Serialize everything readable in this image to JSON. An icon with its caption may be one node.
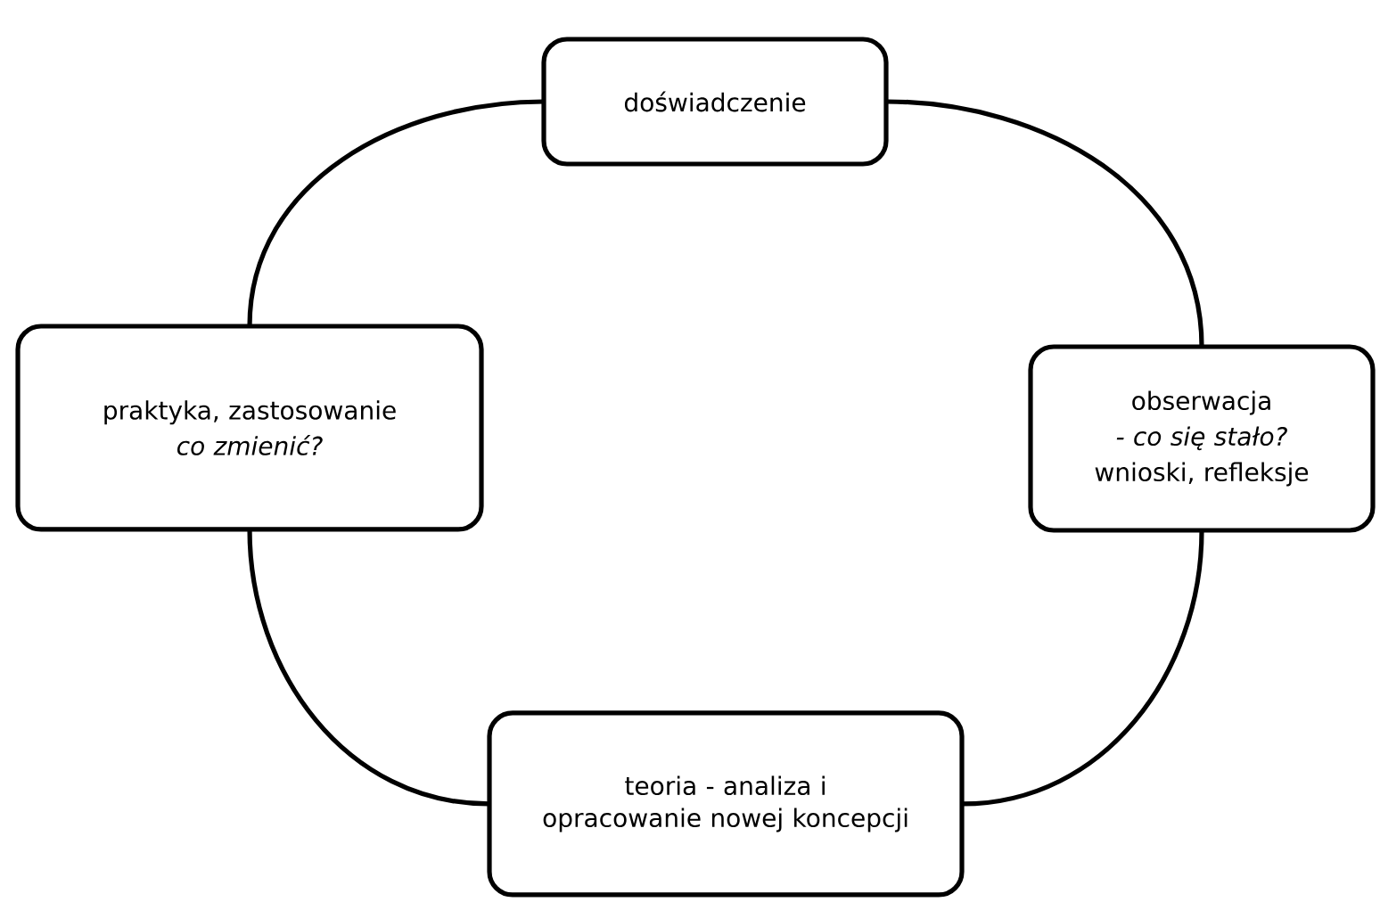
{
  "diagram": {
    "nodes": [
      {
        "text": [
          "doświadczenie"
        ]
      },
      {
        "text": [
          "praktyka, zastosowanie",
          "co zmienić?"
        ]
      },
      {
        "text": [
          "obserwacja",
          "- co się stało?",
          "wnioski, refleksje"
        ]
      },
      {
        "text": [
          "teoria - analiza i opracowanie nowej koncepcji"
        ]
      }
    ],
    "edges": [
      {
        "from": 0,
        "to": 2,
        "arrow": "none"
      },
      {
        "from": 2,
        "to": 3,
        "arrow": "none"
      },
      {
        "from": 3,
        "to": 1,
        "arrow": "none"
      },
      {
        "from": 1,
        "to": 0,
        "arrow": "none"
      }
    ]
  }
}
